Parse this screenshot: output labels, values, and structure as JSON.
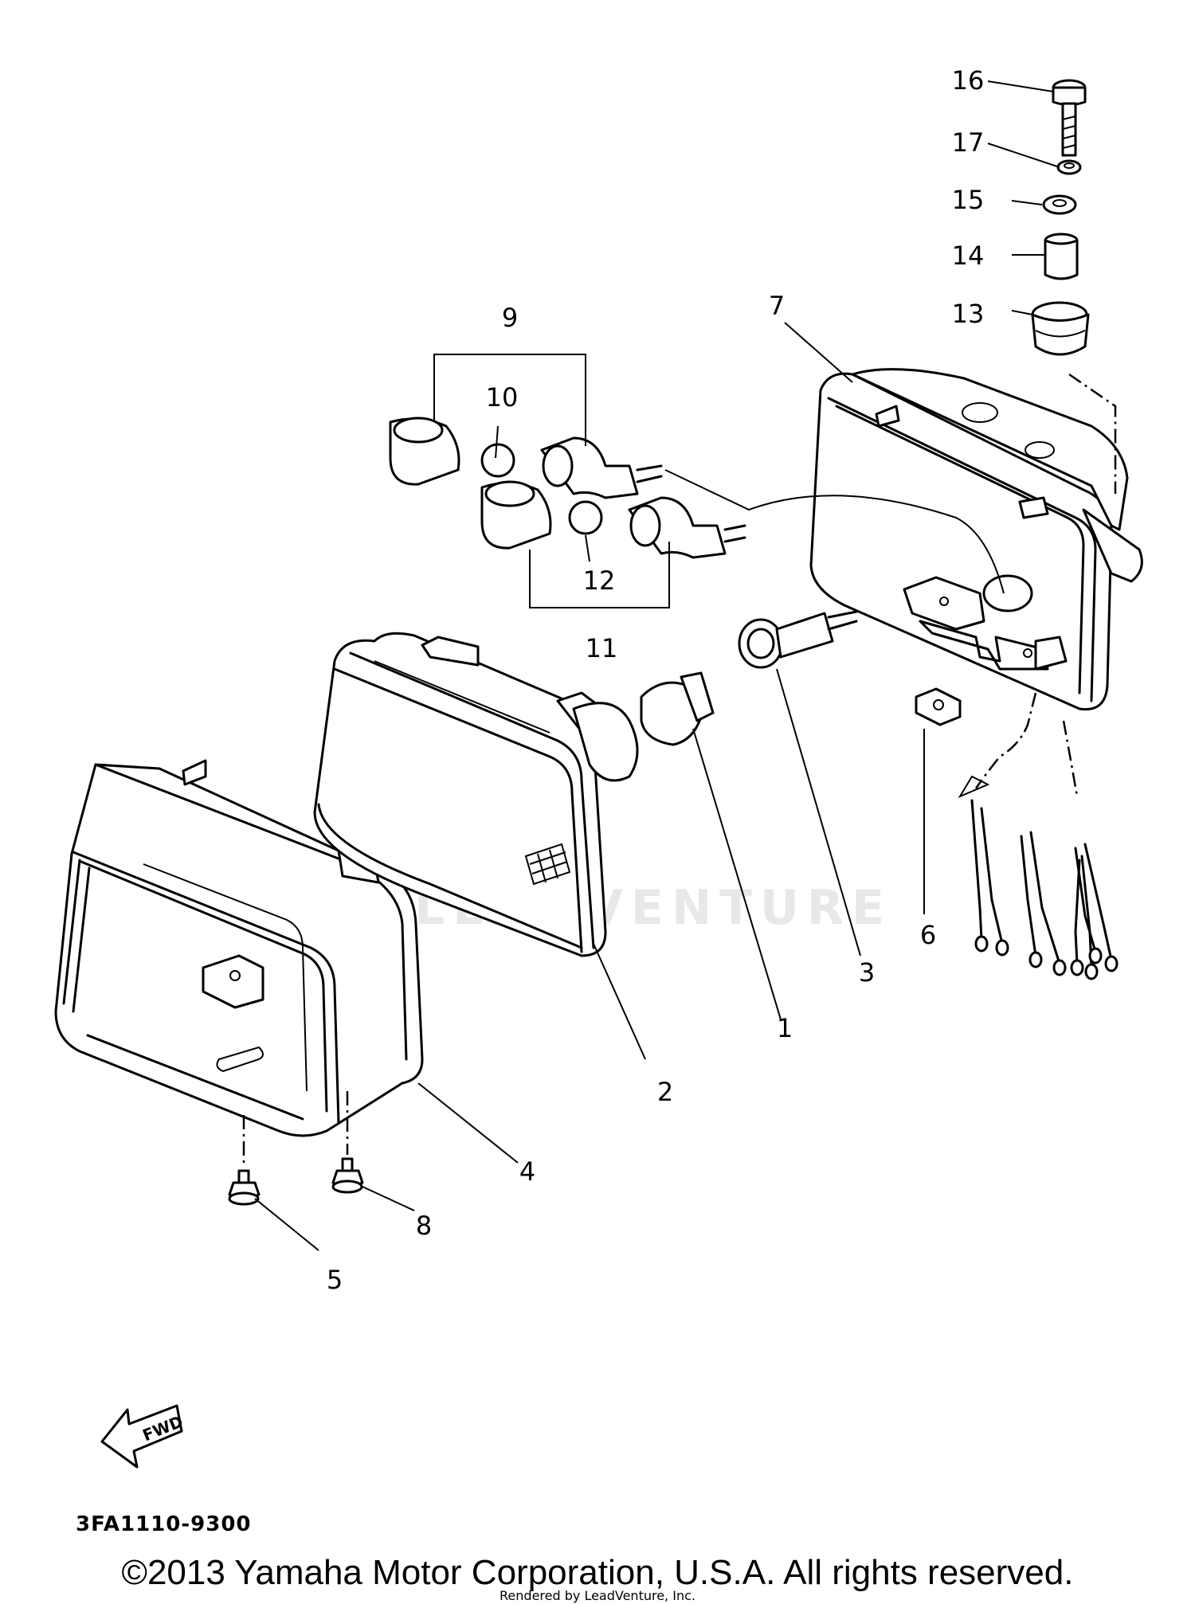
{
  "watermark": "LEADVENTURE",
  "part_labels": {
    "p1": "1",
    "p2": "2",
    "p3": "3",
    "p4": "4",
    "p5": "5",
    "p6": "6",
    "p7": "7",
    "p8": "8",
    "p9": "9",
    "p10": "10",
    "p11": "11",
    "p12": "12",
    "p13": "13",
    "p14": "14",
    "p15": "15",
    "p16": "16",
    "p17": "17"
  },
  "fwd_label": "FWD",
  "drawing_number": "3FA1110-9300",
  "copyright": "©2013 Yamaha Motor Corporation, U.S.A. All rights reserved.",
  "rendered_by": "Rendered by LeadVenture, Inc."
}
